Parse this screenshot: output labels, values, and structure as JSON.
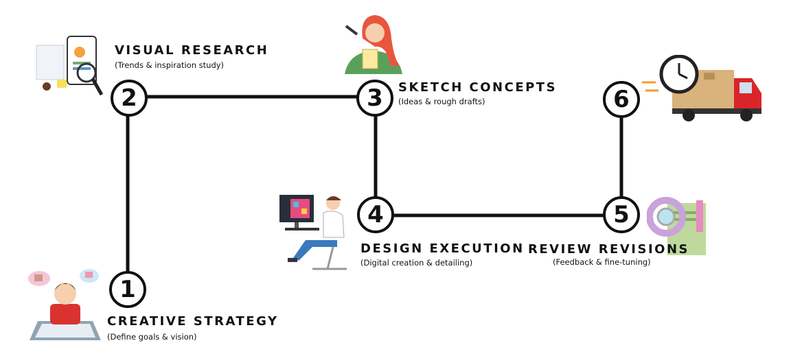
{
  "steps": [
    {
      "number": "1",
      "title": "CREATIVE STRATEGY",
      "subtitle": "(Define goals & vision)",
      "icon": "thinking-person-blueprint"
    },
    {
      "number": "2",
      "title": "VISUAL RESEARCH",
      "subtitle": "(Trends & inspiration study)",
      "icon": "research-documents-magnifier"
    },
    {
      "number": "3",
      "title": "SKETCH CONCEPTS",
      "subtitle": "(Ideas & rough drafts)",
      "icon": "woman-sketching-notepad"
    },
    {
      "number": "4",
      "title": "DESIGN EXECUTION",
      "subtitle": "(Digital creation & detailing)",
      "icon": "designer-at-computer"
    },
    {
      "number": "5",
      "title": "REVIEW REVISIONS",
      "subtitle": "(Feedback & fine-tuning)",
      "icon": "review-document-magnifier"
    },
    {
      "number": "6",
      "title": "",
      "subtitle": "",
      "icon": "delivery-truck-clock"
    }
  ],
  "colors": {
    "line": "#111111",
    "truck": "#d9252a",
    "box": "#d9b27c"
  }
}
